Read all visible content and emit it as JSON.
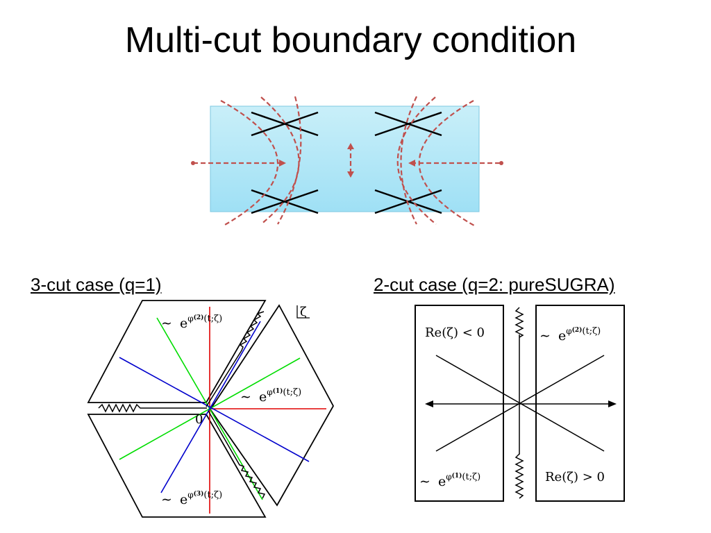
{
  "title": "Multi-cut boundary condition",
  "captions": {
    "left": "3-cut case (q=1)",
    "right": "2-cut case (q=2: pureSUGRA)"
  },
  "left_diagram": {
    "plane_label": "ζ",
    "origin_label": "0",
    "labels": {
      "phi2": {
        "tilde": "∼",
        "base": "e",
        "sup": "φ",
        "idx": "(2)",
        "arg": "(t;ζ)"
      },
      "phi1": {
        "tilde": "∼",
        "base": "e",
        "sup": "φ",
        "idx": "(1)",
        "arg": "(t;ζ)"
      },
      "phi3": {
        "tilde": "∼",
        "base": "e",
        "sup": "φ",
        "idx": "(3)",
        "arg": "(t;ζ)"
      }
    }
  },
  "right_diagram": {
    "re_neg": "Re(ζ) < 0",
    "re_pos": "Re(ζ) > 0",
    "labels": {
      "phi2": {
        "tilde": "∼",
        "base": "e",
        "sup": "φ",
        "idx": "(2)",
        "arg": "(t;ζ)"
      },
      "phi1": {
        "tilde": "∼",
        "base": "e",
        "sup": "φ",
        "idx": "(1)",
        "arg": "(t;ζ)"
      }
    }
  },
  "colors": {
    "box_top": "#c9eff9",
    "box_bottom": "#9fe0f5",
    "box_border": "#7cc7e0",
    "dashed": "#c0504d",
    "red": "#e00000",
    "green": "#00dd00",
    "blue": "#0000cc"
  }
}
